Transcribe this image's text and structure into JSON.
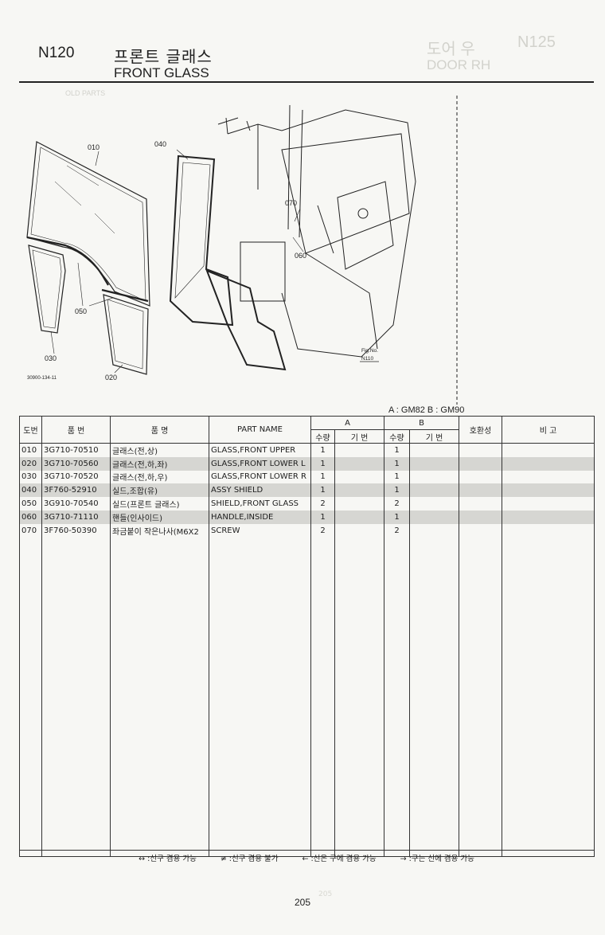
{
  "header": {
    "code": "N120",
    "title_kr": "프론트 글래스",
    "title_en": "FRONT GLASS"
  },
  "diagram": {
    "callouts": [
      "010",
      "040",
      "070",
      "060",
      "050",
      "030",
      "020"
    ],
    "image_code": "30900-134-11",
    "fig_ref_label": "Fig.No.",
    "fig_ref_code": "N110"
  },
  "model_note": "A : GM82   B : GM90",
  "table": {
    "headers": {
      "no": "도번",
      "part_no": "품 번",
      "part_name_kr": "품 명",
      "part_name": "PART NAME",
      "group_a": "A",
      "group_b": "B",
      "qty": "수량",
      "serial": "기 번",
      "interchange": "호환성",
      "remarks": "비 고"
    },
    "rows": [
      {
        "no": "010",
        "part_no": "3G710-70510",
        "name_kr": "글래스(전,상)",
        "name_en": "GLASS,FRONT UPPER",
        "qty_a": "1",
        "qty_b": "1"
      },
      {
        "no": "020",
        "part_no": "3G710-70560",
        "name_kr": "글래스(전,하,좌)",
        "name_en": "GLASS,FRONT LOWER L",
        "qty_a": "1",
        "qty_b": "1"
      },
      {
        "no": "030",
        "part_no": "3G710-70520",
        "name_kr": "글래스(전,하,우)",
        "name_en": "GLASS,FRONT LOWER R",
        "qty_a": "1",
        "qty_b": "1"
      },
      {
        "no": "040",
        "part_no": "3F760-52910",
        "name_kr": "실드,조합(유)",
        "name_en": "ASSY SHIELD",
        "qty_a": "1",
        "qty_b": "1"
      },
      {
        "no": "050",
        "part_no": "3G910-70540",
        "name_kr": "실드(프론트 글래스)",
        "name_en": "SHIELD,FRONT GLASS",
        "qty_a": "2",
        "qty_b": "2"
      },
      {
        "no": "060",
        "part_no": "3G710-71110",
        "name_kr": "핸들(인사이드)",
        "name_en": "HANDLE,INSIDE",
        "qty_a": "1",
        "qty_b": "1"
      },
      {
        "no": "070",
        "part_no": "3F760-50390",
        "name_kr": "좌금붙이 작은나사(M6X2",
        "name_en": "SCREW",
        "qty_a": "2",
        "qty_b": "2"
      }
    ]
  },
  "legend": [
    "↔ :신구 겸용 가능",
    "≠ :신구 겸용 불가",
    "← :신은 구에 겸용 가능",
    "→ :구는 신에 겸용 가능"
  ],
  "footer": {
    "page_number": "205"
  }
}
